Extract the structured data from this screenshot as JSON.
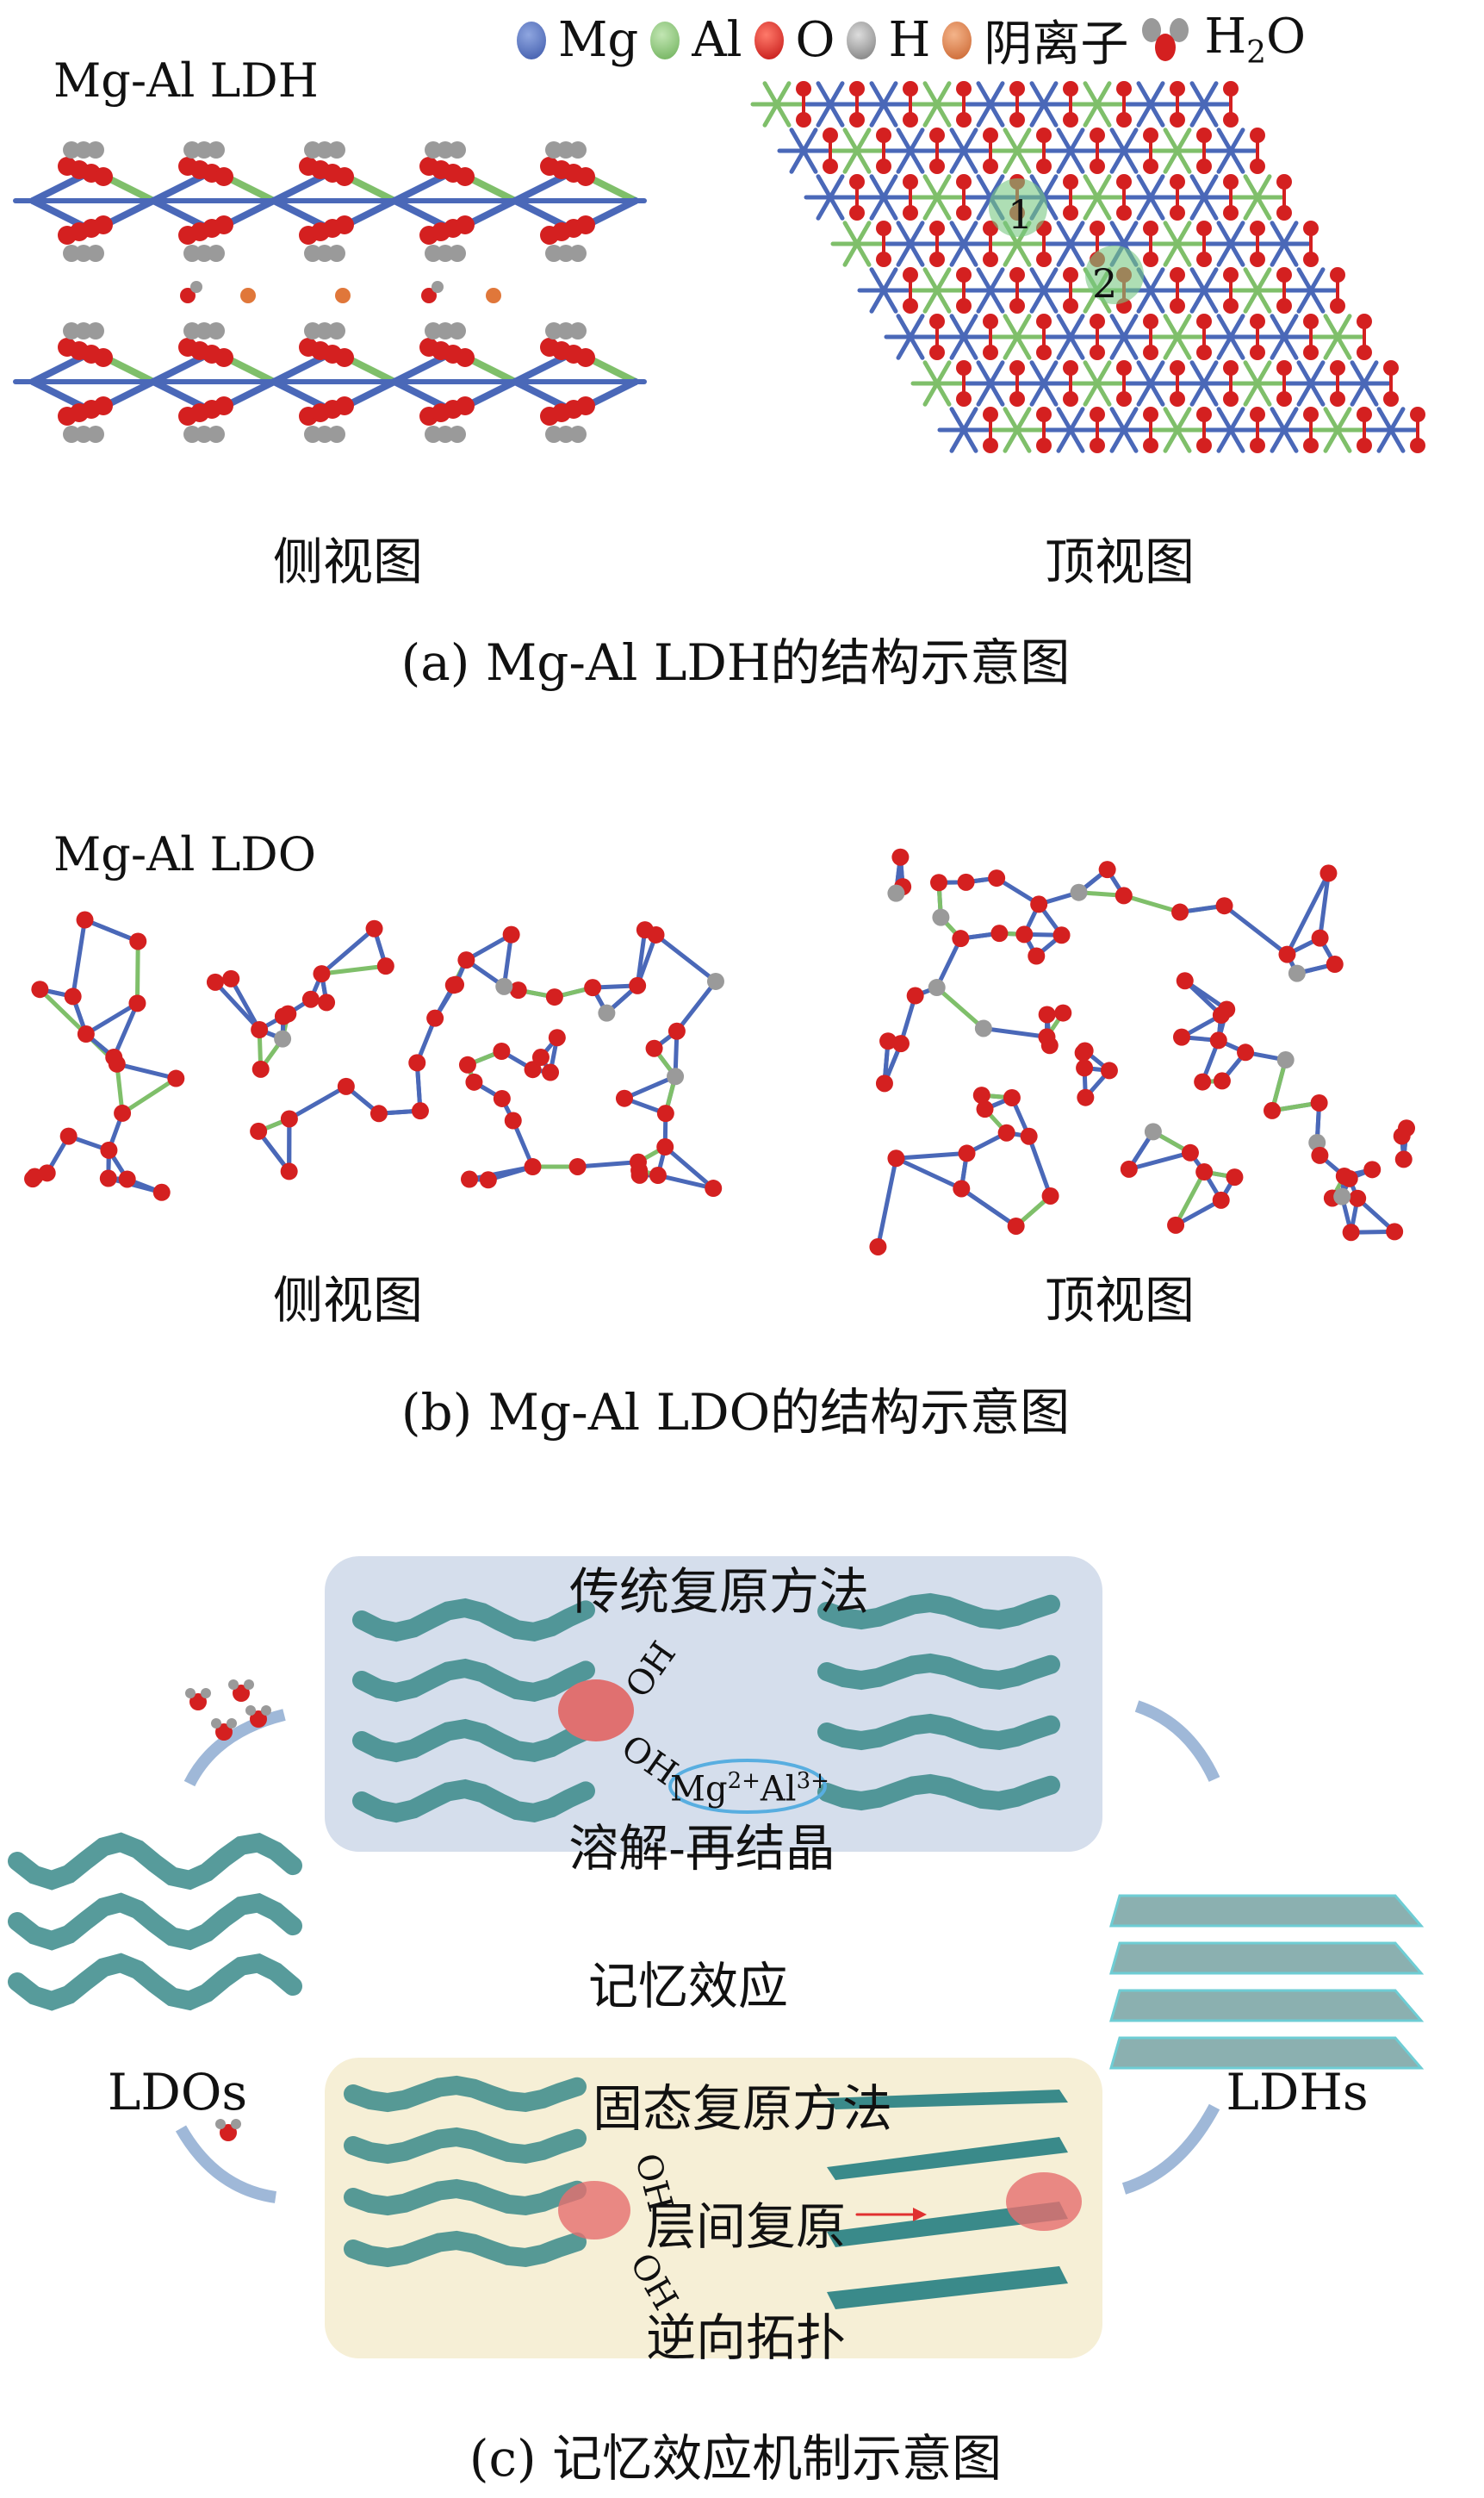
{
  "legend": {
    "items": [
      {
        "label": "Mg",
        "color": "#4a68b8"
      },
      {
        "label": "Al",
        "color": "#7fbf6a"
      },
      {
        "label": "O",
        "color": "#d42020"
      },
      {
        "label": "H",
        "color": "#8c8c8c"
      },
      {
        "label": "阴离子",
        "color": "#e0773a"
      }
    ],
    "water": {
      "label_main": "H",
      "label_sub": "2",
      "label_end": "O"
    }
  },
  "panel_a": {
    "title": "Mg-Al LDH",
    "side_label": "侧视图",
    "top_label": "顶视图",
    "site_1": "1",
    "site_2": "2",
    "caption": "(a) Mg-Al LDH的结构示意图"
  },
  "panel_b": {
    "title": "Mg-Al LDO",
    "side_label": "侧视图",
    "top_label": "顶视图",
    "caption": "(b) Mg-Al LDO的结构示意图"
  },
  "panel_c": {
    "traditional_title": "传统复原方法",
    "traditional_sub": "溶解-再结晶",
    "oh_1": "OH",
    "oh_2": "OH",
    "mg_ion": "Mg",
    "mg_charge": "2+",
    "al_ion": "Al",
    "al_charge": "3+",
    "memory_effect": "记忆效应",
    "ldos": "LDOs",
    "ldhs": "LDHs",
    "solid_title": "固态复原方法",
    "interlayer": "层间复原",
    "reverse": "逆向拓扑",
    "oh_3": "OH",
    "oh_4": "OH",
    "caption": "(c) 记忆效应机制示意图"
  },
  "colors": {
    "mg": "#4a68b8",
    "al": "#7fbf6a",
    "o": "#d42020",
    "h": "#9a9a9a",
    "anion": "#e0773a",
    "layer": "#3a8a8a",
    "blue_box": "#d5deec",
    "yellow_box": "#f6efd6"
  }
}
